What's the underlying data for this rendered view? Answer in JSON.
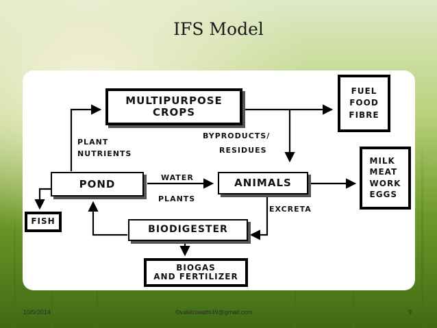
{
  "slide": {
    "title": "IFS Model",
    "footer_date": "10/9/2014",
    "footer_author": "©vakitiswathi49@gmail.com",
    "footer_page": "9"
  },
  "diagram": {
    "crops": [
      "MULTIPURPOSE",
      "CROPS"
    ],
    "outputs": [
      "FUEL",
      "FOOD",
      "FIBRE"
    ],
    "byproducts": [
      "BYPRODUCTS/",
      "RESIDUES"
    ],
    "plant_nutrients": [
      "PLANT",
      "NUTRIENTS"
    ],
    "pond": "POND",
    "water_plants_top": "WATER",
    "water_plants_bottom": "PLANTS",
    "animals": "ANIMALS",
    "animal_outputs": [
      "MILK",
      "MEAT",
      "WORK",
      "EGGS"
    ],
    "fish": "FISH",
    "excreta": "EXCRETA",
    "biodigester": "BIODIGESTER",
    "biogas": [
      "BIOGAS",
      "AND FERTILIZER"
    ]
  },
  "colors": {
    "panel": "#ffffff",
    "ink": "#000000"
  }
}
